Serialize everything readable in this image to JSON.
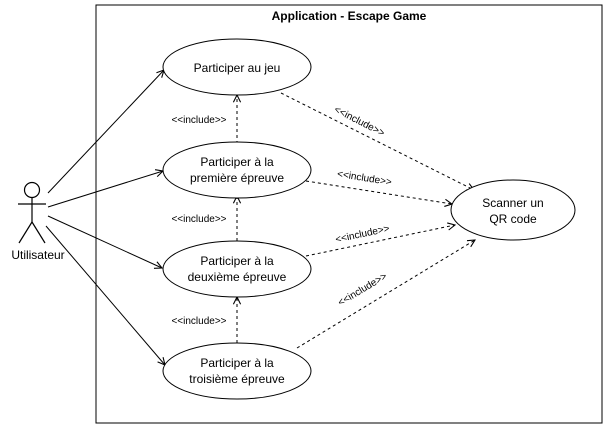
{
  "system": {
    "title": "Application - Escape Game"
  },
  "actor": {
    "name": "Utilisateur"
  },
  "use_cases": {
    "participer_jeu": {
      "line1": "Participer au jeu",
      "line2": ""
    },
    "premiere": {
      "line1": "Participer à la",
      "line2": "première épreuve"
    },
    "deuxieme": {
      "line1": "Participer à la",
      "line2": "deuxième épreuve"
    },
    "troisieme": {
      "line1": "Participer à la",
      "line2": "troisième épreuve"
    },
    "scanner": {
      "line1": "Scanner un",
      "line2": "QR code"
    }
  },
  "relations": {
    "include_label": "<<include>>"
  },
  "colors": {
    "stroke": "#000000",
    "background": "#ffffff"
  }
}
